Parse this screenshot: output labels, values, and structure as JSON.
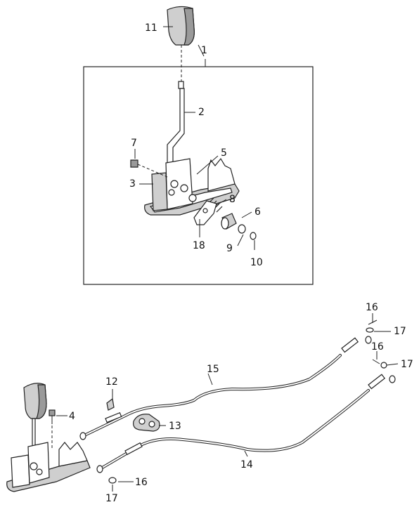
{
  "callouts": {
    "c1": "1",
    "c2": "2",
    "c3": "3",
    "c4": "4",
    "c5": "5",
    "c6": "6",
    "c7": "7",
    "c8": "8",
    "c9": "9",
    "c10": "10",
    "c11": "11",
    "c12": "12",
    "c13": "13",
    "c14": "14",
    "c15": "15",
    "c16a": "16",
    "c16b": "16",
    "c16c": "16",
    "c17a": "17",
    "c17b": "17",
    "c17c": "17",
    "c18": "18"
  }
}
